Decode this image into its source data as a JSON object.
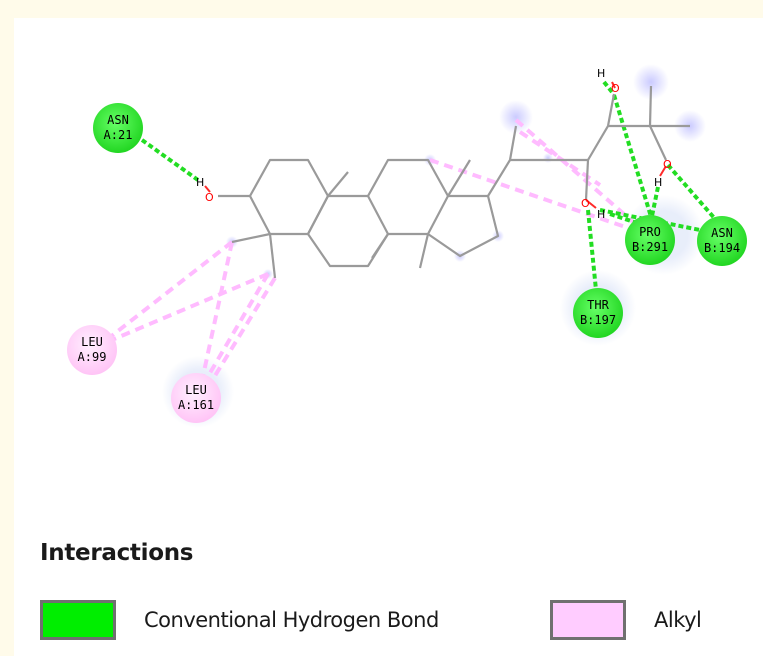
{
  "colors": {
    "hbond": "#00ee00",
    "alkyl": "#ffccff",
    "hbond_line": "#22dd22",
    "alkyl_line": "#ffbbff",
    "oxygen": "#ff0000",
    "bond": "#9a9a9a",
    "glow": "#c8c8ff"
  },
  "residues": [
    {
      "id": "asn-a21",
      "name": "ASN",
      "chain": "A:21",
      "type": "hbond"
    },
    {
      "id": "leu-a99",
      "name": "LEU",
      "chain": "A:99",
      "type": "alkyl"
    },
    {
      "id": "leu-a161",
      "name": "LEU",
      "chain": "A:161",
      "type": "alkyl"
    },
    {
      "id": "thr-b197",
      "name": "THR",
      "chain": "B:197",
      "type": "hbond"
    },
    {
      "id": "pro-b291",
      "name": "PRO",
      "chain": "B:291",
      "type": "hbond"
    },
    {
      "id": "asn-b194",
      "name": "ASN",
      "chain": "B:194",
      "type": "hbond"
    }
  ],
  "atom_labels": {
    "hydrogen": "H",
    "oxygen": "O"
  },
  "legend": {
    "title": "Interactions",
    "items": [
      {
        "label": "Conventional Hydrogen Bond",
        "type": "hbond"
      },
      {
        "label": "Alkyl",
        "type": "alkyl"
      }
    ]
  }
}
